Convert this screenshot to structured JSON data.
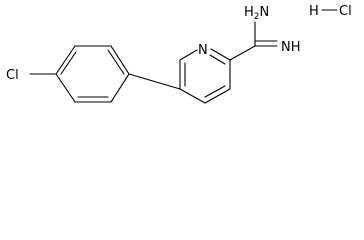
{
  "molecule": {
    "atoms": {
      "amine_label": "H2N",
      "amine_h": "H",
      "amine_sub": "2",
      "amine_n": "N",
      "imine_label": "NH",
      "pyridine_n_label": "N",
      "chloro_label": "Cl",
      "hcl_h_label": "H",
      "hcl_cl_label": "Cl"
    }
  }
}
